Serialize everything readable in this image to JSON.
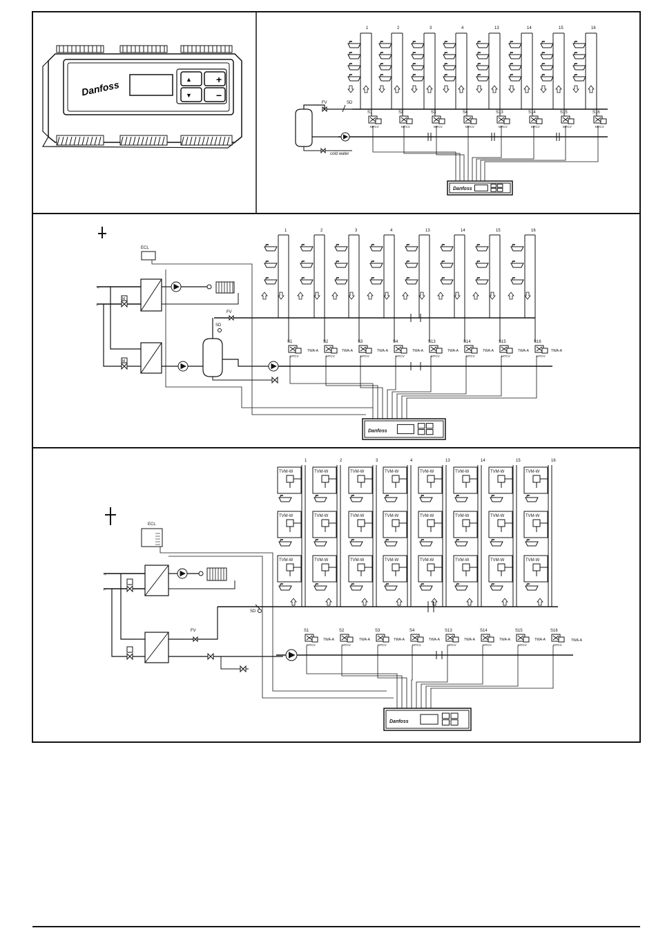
{
  "brand": "Danfoss",
  "riser_numbers": [
    "1",
    "2",
    "3",
    "4",
    "13",
    "14",
    "15",
    "16"
  ],
  "sensor_labels": [
    "S1",
    "S2",
    "S3",
    "S4",
    "S13",
    "S14",
    "S15",
    "S16"
  ],
  "labels": {
    "mtcv": "MTCV",
    "twa": "TWA-A",
    "tvm": "TVM-W",
    "fv": "FV",
    "sd": "SD",
    "ecl": "ECL",
    "m": "M",
    "s": "S",
    "cold_water": "cold water",
    "plus": "+",
    "minus": "−"
  }
}
